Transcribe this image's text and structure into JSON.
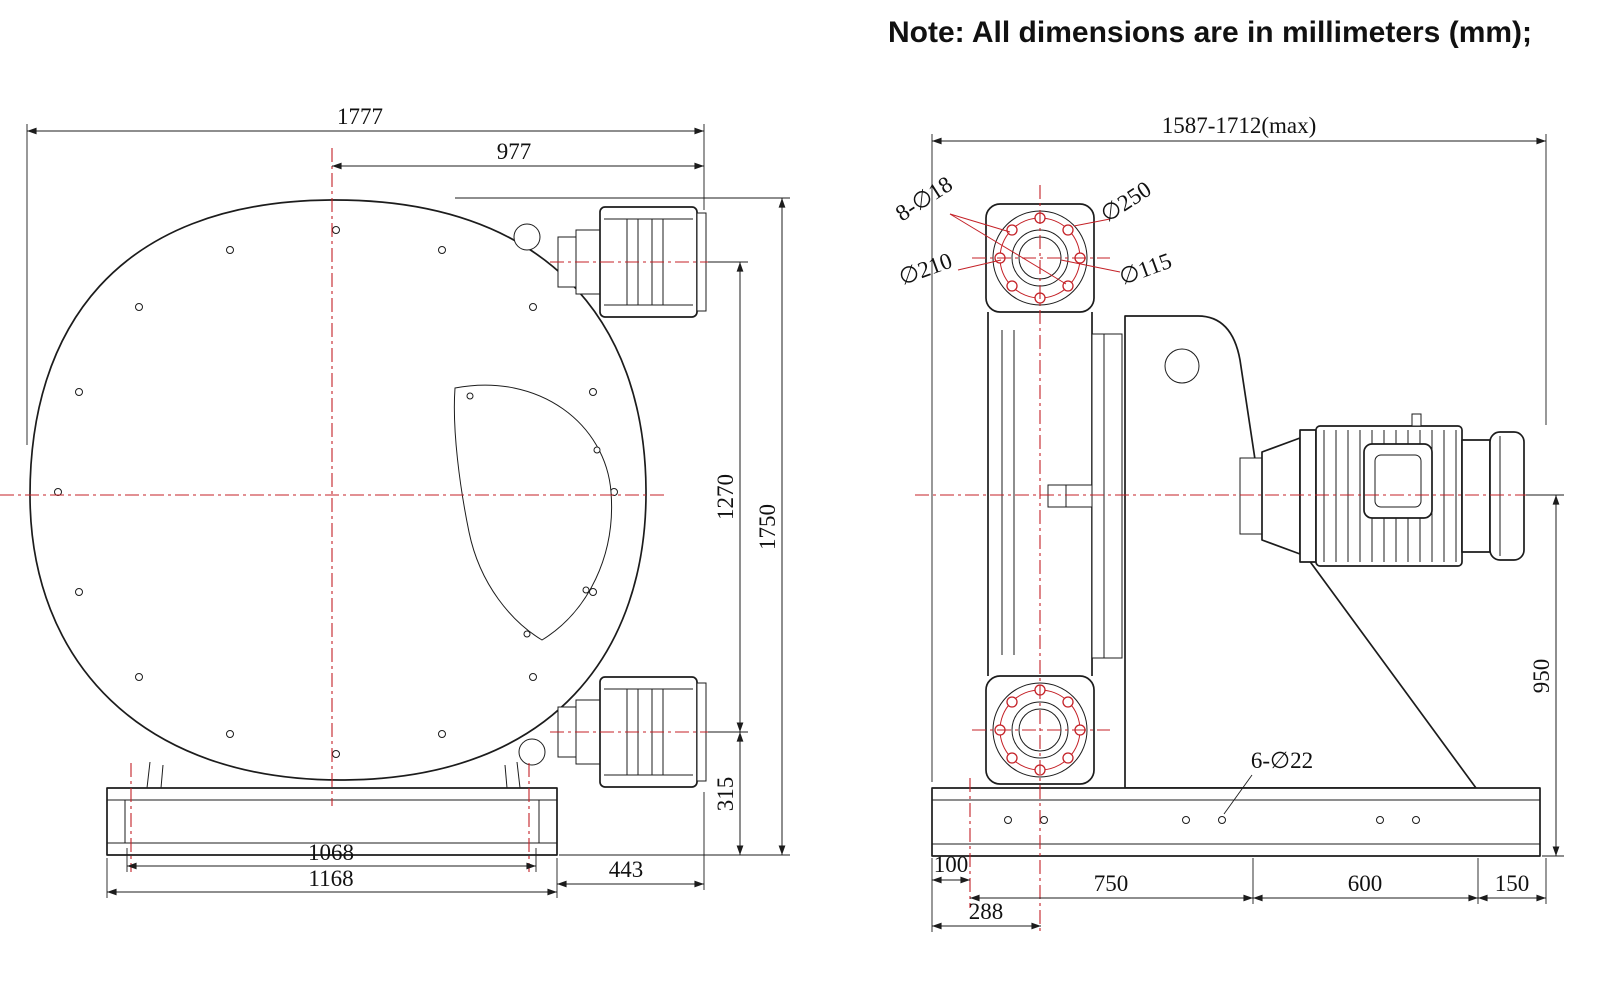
{
  "note": "Note: All dimensions are in millimeters (mm);",
  "colors": {
    "line": "#1c1c1c",
    "accent": "#c42127",
    "background": "#ffffff"
  },
  "front_view": {
    "dims": {
      "overall_width": "1777",
      "center_to_flange": "977",
      "flange_center_span": "1270",
      "overall_height": "1750",
      "flange_to_base": "315",
      "base_inner_width": "1068",
      "base_outer_width": "1168",
      "flange_overhang": "443"
    }
  },
  "side_view": {
    "dims": {
      "overall_length": "1587-1712(max)",
      "flange_bolt_holes": "8-∅18",
      "flange_outer_dia": "∅250",
      "bolt_circle_dia": "∅210",
      "bore_dia": "∅115",
      "center_height": "950",
      "anchor_bolt_holes": "6-∅22",
      "base_seg_100": "100",
      "base_seg_750": "750",
      "base_seg_600": "600",
      "base_seg_150": "150",
      "base_seg_288": "288"
    }
  }
}
